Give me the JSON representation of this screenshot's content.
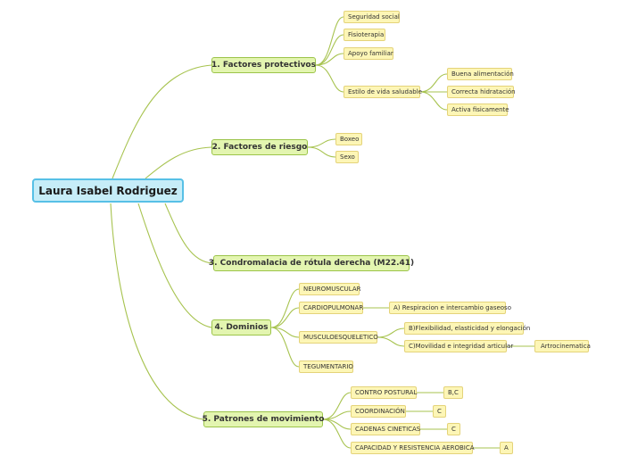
{
  "root": "Laura Isabel Rodriguez",
  "factores_protectivos": {
    "label": "1. Factores protectivos",
    "items": [
      "Seguridad social",
      "Fisioterapia",
      "Apoyo familiar",
      "Estilo de vida saludable"
    ],
    "estilo_children": [
      "Buena alimentación",
      "Correcta hidratación",
      "Activa fisicamente"
    ]
  },
  "factores_riesgo": {
    "label": "2. Factores de riesgo",
    "items": [
      "Boxeo",
      "Sexo"
    ]
  },
  "condromalacia": {
    "label": "3. Condromalacia de rótula derecha (M22.41)"
  },
  "dominios": {
    "label": "4. Dominios",
    "items": [
      "NEUROMUSCULAR",
      "CARDIOPULMONAR",
      "MUSCULOESQUELETICO",
      "TEGUMENTARIO"
    ],
    "cardio_child": "A) Respiracion e intercambio gaseoso",
    "musculo_children": [
      "B)Flexibilidad, elasticidad y elongación",
      "C)Movilidad e integridad articular"
    ],
    "movilidad_child": "Artrocinematica"
  },
  "patrones": {
    "label": "5. Patrones de movimiento",
    "items": [
      "CONTRO POSTURAL",
      "COORDINACIÓN",
      "CADENAS CINETICAS",
      "CAPACIDAD Y RESISTENCIA AEROBICA"
    ],
    "values": [
      "B,C",
      "C",
      "C",
      "A"
    ]
  },
  "colors": {
    "line": "#a7c34f",
    "root_fill": "#c6edf8",
    "main_fill": "#e3f5b0",
    "sub_fill": "#fdf6b6"
  }
}
